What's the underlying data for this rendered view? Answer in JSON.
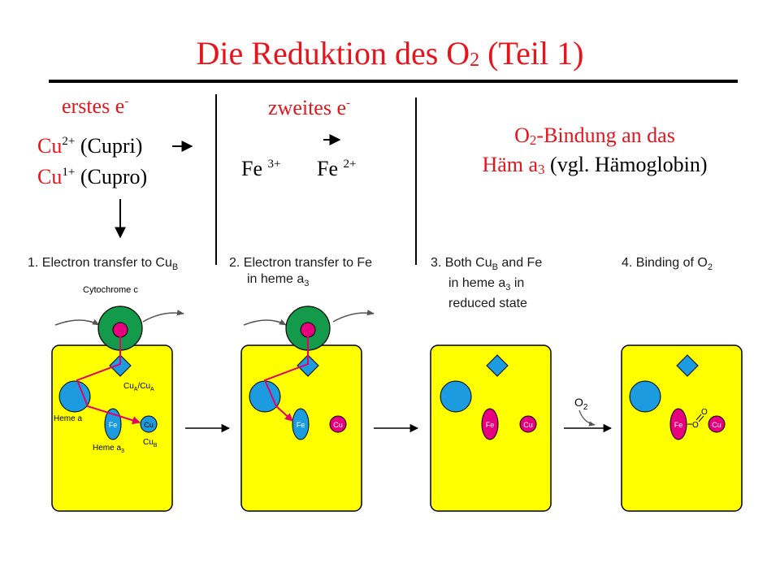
{
  "title": {
    "main": "Die Reduktion des O",
    "sub": "2",
    "tail": " (Teil 1)"
  },
  "col1": {
    "heading": "erstes e",
    "heading_sup": "-",
    "line1_el": "Cu",
    "line1_sup": "2+",
    "line1_text": " (Cupri)",
    "line2_el": "Cu",
    "line2_sup": "1+",
    "line2_text": " (Cupro)"
  },
  "col2": {
    "heading": "zweites e",
    "heading_sup": "-",
    "fe_a": "Fe ",
    "fe_a_sup": "3+",
    "fe_b": "Fe ",
    "fe_b_sup": "2+"
  },
  "col3": {
    "line1_a": "O",
    "line1_sub": "2",
    "line1_b": "-Bindung an das",
    "line2_a": "Häm a",
    "line2_sub": "3",
    "line2_b": " (vgl. Hämoglobin)"
  },
  "steps": [
    {
      "l1": "1. Electron transfer to Cu",
      "l1_sub": "B",
      "l2": "",
      "l3": ""
    },
    {
      "l1": "2. Electron transfer to Fe",
      "l1_sub": "",
      "l2": "in heme a",
      "l2_sub": "3",
      "l3": ""
    },
    {
      "l1": "3. Both Cu",
      "l1_sub": "B",
      "l1_tail": " and Fe",
      "l2": "in heme a",
      "l2_sub": "3",
      "l2_tail": " in",
      "l3": "reduced state"
    },
    {
      "l1": "4. Binding of O",
      "l1_sub": "2",
      "l2": "",
      "l3": ""
    }
  ],
  "diagram_labels": {
    "cytochrome": "Cytochrome c",
    "cua": "Cu",
    "cua_sub": "A",
    "cua_sep": "/Cu",
    "heme_a": "Heme a",
    "fe": "Fe",
    "cu": "Cu",
    "cub": "Cu",
    "cub_sub": "B",
    "heme_a3": "Heme a",
    "heme_a3_sub": "3",
    "o2": "O",
    "o2_sub": "2",
    "bound_o": "O"
  },
  "colors": {
    "title_red": "#e8141c",
    "panel_yellow": "#ffff00",
    "blue": "#1c9be0",
    "green": "#139a4a",
    "magenta": "#e6007e",
    "arrow_red": "#e6006c"
  }
}
